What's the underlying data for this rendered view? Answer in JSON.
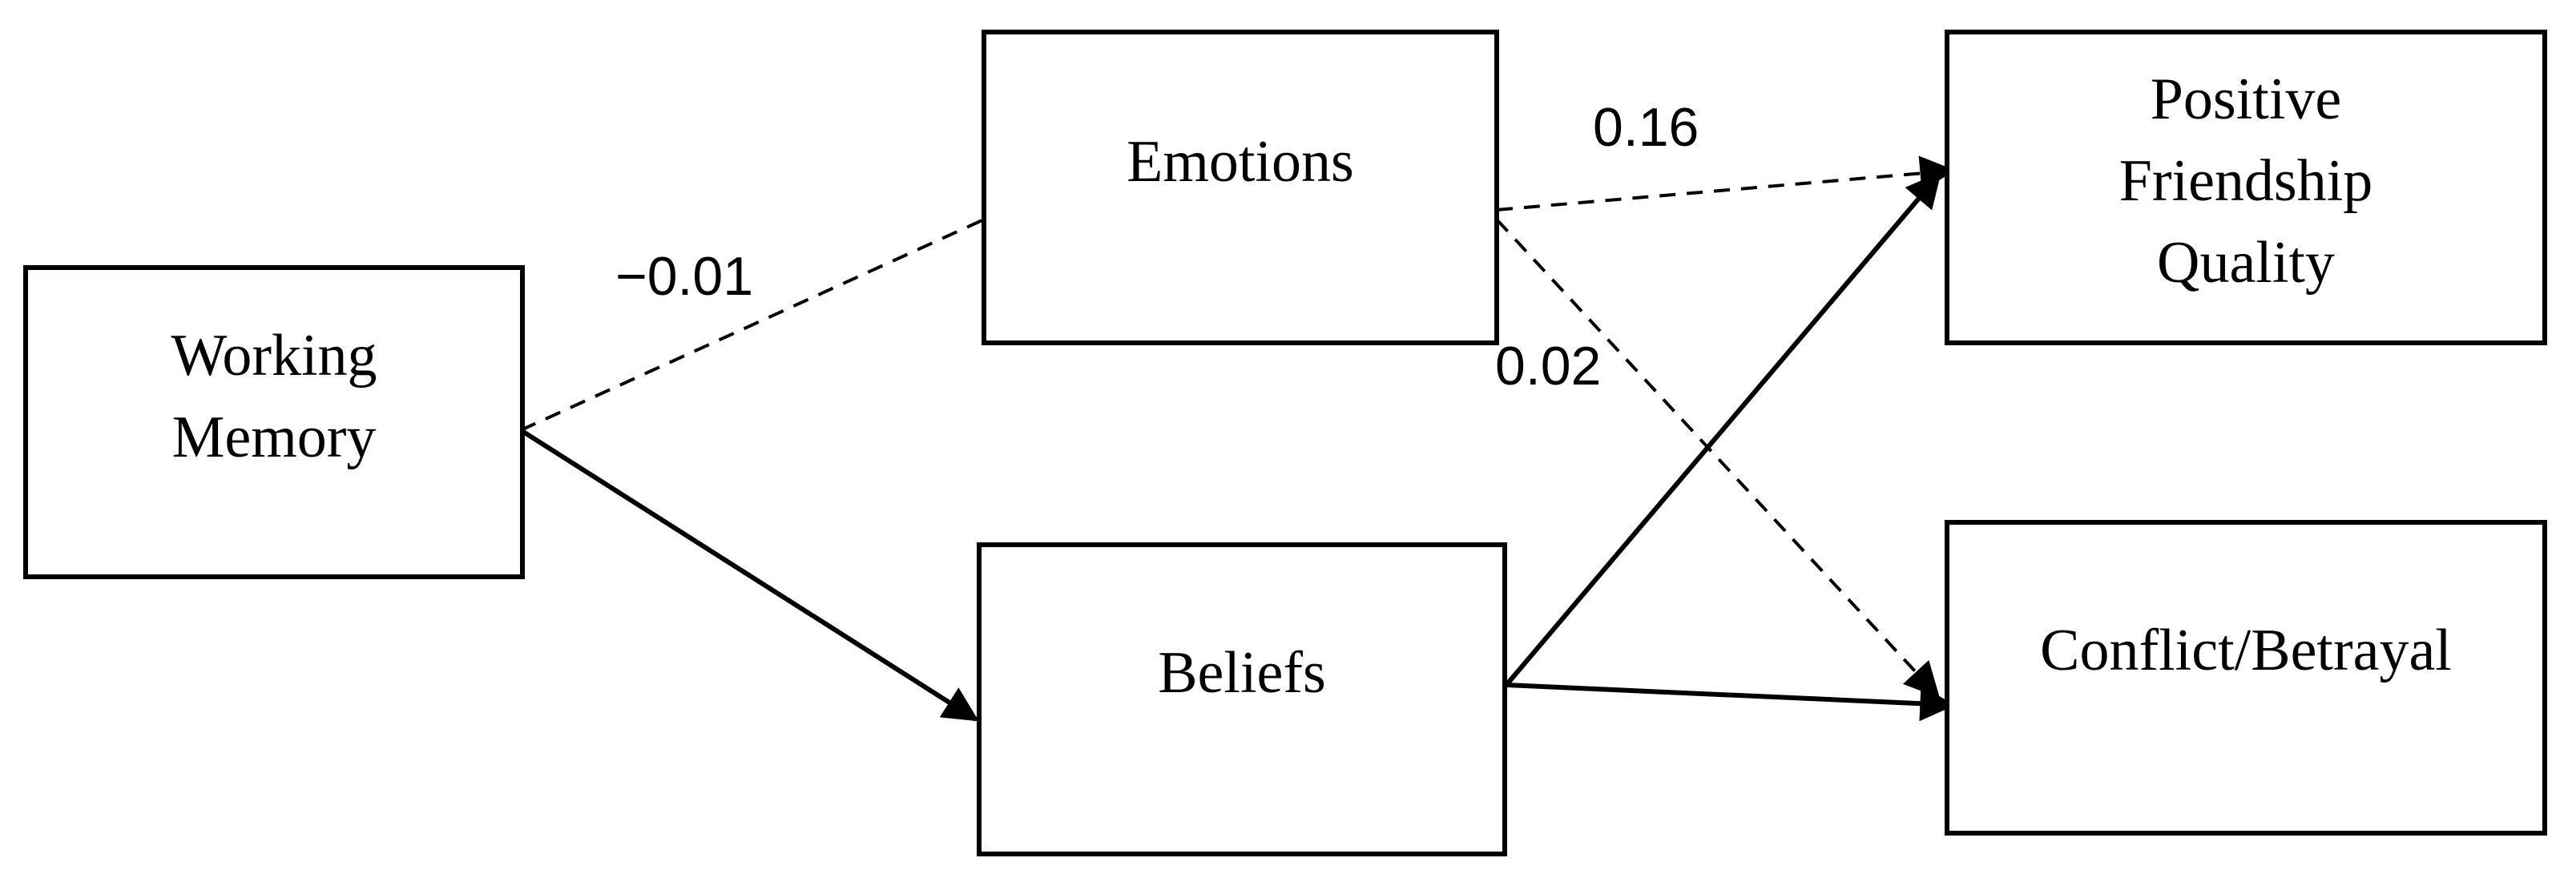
{
  "nodes": {
    "working_memory": {
      "lines": [
        "Working",
        "Memory"
      ]
    },
    "emotions": {
      "lines": [
        "Emotions"
      ]
    },
    "beliefs": {
      "lines": [
        "Beliefs"
      ]
    },
    "positive_friendship_quality": {
      "lines": [
        "Positive",
        "Friendship",
        "Quality"
      ]
    },
    "conflict_betrayal": {
      "lines": [
        "Conflict/Betrayal"
      ]
    }
  },
  "paths": {
    "wm_to_emotions": {
      "from": "Working Memory",
      "to": "Emotions",
      "style": "dashed",
      "coefficient": "−0.01"
    },
    "wm_to_beliefs": {
      "from": "Working Memory",
      "to": "Beliefs",
      "style": "solid"
    },
    "emotions_to_pfq": {
      "from": "Emotions",
      "to": "Positive Friendship Quality",
      "style": "dashed",
      "coefficient": "0.16"
    },
    "emotions_to_conflict": {
      "from": "Emotions",
      "to": "Conflict/Betrayal",
      "style": "dashed",
      "coefficient": "0.02"
    },
    "beliefs_to_pfq": {
      "from": "Beliefs",
      "to": "Positive Friendship Quality",
      "style": "solid"
    },
    "beliefs_to_conflict": {
      "from": "Beliefs",
      "to": "Conflict/Betrayal",
      "style": "solid"
    }
  },
  "colors": {
    "line": "#000000",
    "background": "#ffffff"
  }
}
